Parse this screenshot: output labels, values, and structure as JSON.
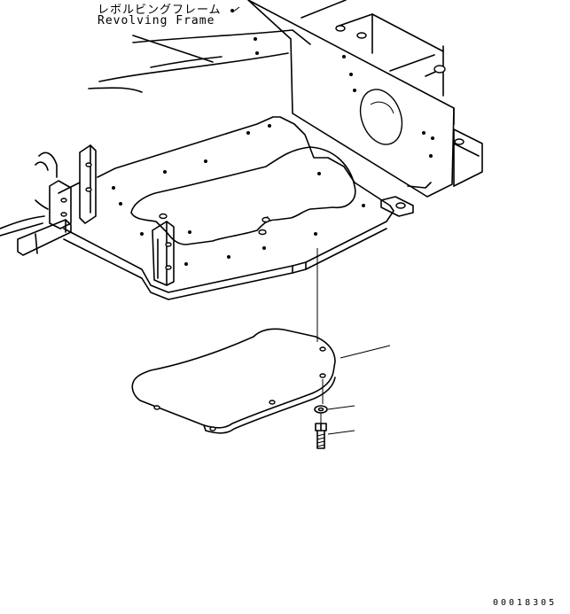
{
  "labels": {
    "part_name_jp": "レボルビングフレーム",
    "part_name_en": "Revolving Frame",
    "drawing_number": "00018305"
  },
  "colors": {
    "line": "#000000",
    "background": "#ffffff"
  }
}
